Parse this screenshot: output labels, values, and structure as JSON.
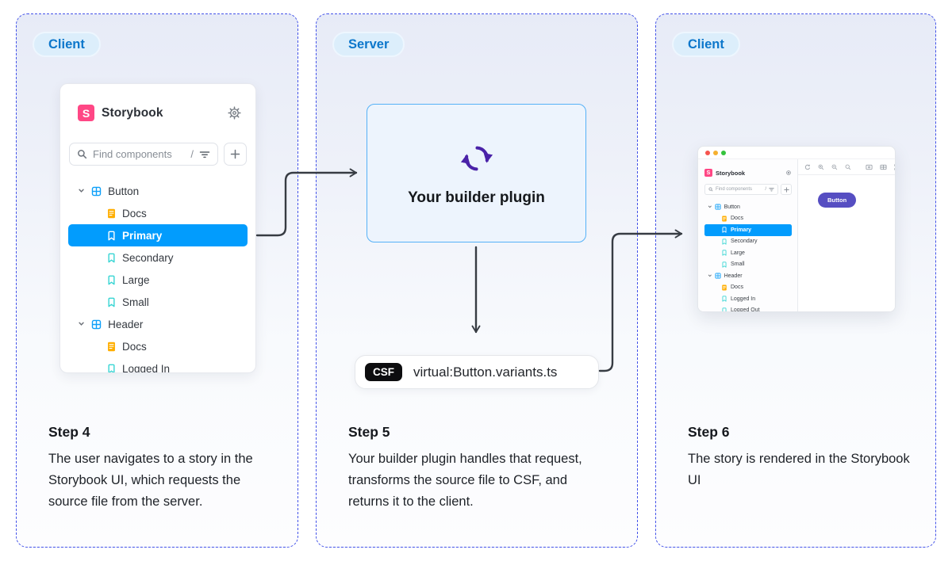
{
  "panels": [
    {
      "badge": "Client",
      "step_title": "Step 4",
      "step_description": "The user navigates to a story in the Storybook UI, which requests the source file from the server."
    },
    {
      "badge": "Server",
      "step_title": "Step 5",
      "step_description": "Your builder plugin handles that request, transforms the source file to CSF, and returns it to the client."
    },
    {
      "badge": "Client",
      "step_title": "Step 6",
      "step_description": "The story is rendered in the Storybook UI"
    }
  ],
  "storybook_sidebar": {
    "logo_letter": "S",
    "title": "Storybook",
    "search": {
      "placeholder": "Find components",
      "shortcut": "/"
    },
    "tree": [
      {
        "type": "component",
        "label": "Button",
        "expanded": true
      },
      {
        "type": "docs",
        "label": "Docs"
      },
      {
        "type": "story",
        "label": "Primary",
        "selected": true
      },
      {
        "type": "story",
        "label": "Secondary"
      },
      {
        "type": "story",
        "label": "Large"
      },
      {
        "type": "story",
        "label": "Small"
      },
      {
        "type": "component",
        "label": "Header",
        "expanded": true
      },
      {
        "type": "docs",
        "label": "Docs"
      },
      {
        "type": "story",
        "label": "Logged In"
      }
    ]
  },
  "server_box": {
    "label": "Your builder plugin"
  },
  "csf_pill": {
    "badge": "CSF",
    "module": "virtual:Button.variants.ts"
  },
  "mini_browser": {
    "sidebar": {
      "logo_letter": "S",
      "title": "Storybook",
      "search": {
        "placeholder": "Find components",
        "shortcut": "/"
      },
      "tree": [
        {
          "type": "component",
          "label": "Button",
          "expanded": true
        },
        {
          "type": "docs",
          "label": "Docs"
        },
        {
          "type": "story",
          "label": "Primary",
          "selected": true
        },
        {
          "type": "story",
          "label": "Secondary"
        },
        {
          "type": "story",
          "label": "Large"
        },
        {
          "type": "story",
          "label": "Small"
        },
        {
          "type": "component",
          "label": "Header",
          "expanded": true
        },
        {
          "type": "docs",
          "label": "Docs"
        },
        {
          "type": "story",
          "label": "Logged In"
        },
        {
          "type": "story",
          "label": "Logged Out"
        }
      ]
    },
    "canvas": {
      "button_label": "Button"
    }
  },
  "colors": {
    "panel_border": "#4352e9",
    "badge_text": "#0d77cb",
    "storybook_pink": "#ff4785",
    "selected_blue": "#029cfd",
    "story_teal": "#37d5d3",
    "docs_orange": "#ffae00",
    "component_blue": "#0ea0f9",
    "plugin_purple": "#4a22a8",
    "builder_border": "#55b1f7",
    "arrow": "#373c43",
    "csf_badge_bg": "#0d0d0f",
    "mini_button_indigo": "#564ec2",
    "traffic_red": "#f6544e",
    "traffic_yellow": "#f5b02f",
    "traffic_green": "#35c33d"
  }
}
